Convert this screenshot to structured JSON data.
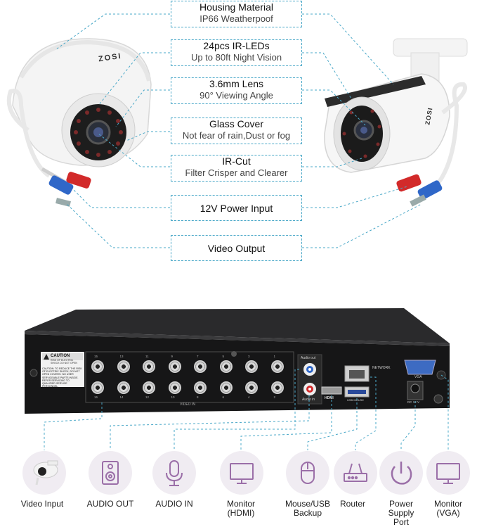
{
  "callouts": [
    {
      "title": "Housing Material",
      "sub": "IP66 Weatherpoof"
    },
    {
      "title": "24pcs IR-LEDs",
      "sub": "Up to 80ft Night Vision"
    },
    {
      "title": "3.6mm Lens",
      "sub": "90° Viewing Angle"
    },
    {
      "title": "Glass Cover",
      "sub": "Not fear of rain,Dust or fog"
    },
    {
      "title": "IR-Cut",
      "sub": "Filter Crisper and Clearer"
    },
    {
      "title": "12V  Power Input"
    },
    {
      "title": "Video Output"
    }
  ],
  "camera_brand": "ZOSI",
  "dvr": {
    "caution_title": "CAUTION",
    "caution_sub": "RISK OF ELECTRIC SHOCK DO NOT OPEN",
    "caution_text": "CAUTION: TO REDUCE THE RISK OF ELECTRIC SHOCK, DO NOT OPEN COVERS. NO USER SERVICEABLE PARTS INSIDE. REFER SERVICING TO QUALIFIED SERVICE PERSONNEL.",
    "bnc_top": [
      "15",
      "13",
      "11",
      "9",
      "7",
      "5",
      "3",
      "1"
    ],
    "bnc_bottom": [
      "16",
      "14",
      "12",
      "10",
      "8",
      "6",
      "4",
      "2"
    ],
    "video_in": "VIDEO IN",
    "audio_out": "Audio out",
    "audio_in": "Audio in",
    "hdmi": "HDMI",
    "network": "NETWORK",
    "usb": "USB MOUSE",
    "vga": "VGA",
    "dc": "DC 12 V"
  },
  "ports": [
    {
      "label": "Video Input",
      "icon": "camera-icon"
    },
    {
      "label": "AUDIO OUT",
      "icon": "speaker-icon"
    },
    {
      "label": "AUDIO IN",
      "icon": "microphone-icon"
    },
    {
      "label": "Monitor (HDMI)",
      "icon": "monitor-icon"
    },
    {
      "label": "Mouse/USB Backup",
      "icon": "mouse-icon"
    },
    {
      "label": "Router",
      "icon": "router-icon"
    },
    {
      "label": "Power Supply Port",
      "icon": "power-icon"
    },
    {
      "label": "Monitor (VGA)",
      "icon": "monitor-icon"
    }
  ],
  "colors": {
    "accent": "#4aa8c8",
    "icon_bg": "#f0ecf2",
    "icon_stroke": "#9b6fa8"
  }
}
